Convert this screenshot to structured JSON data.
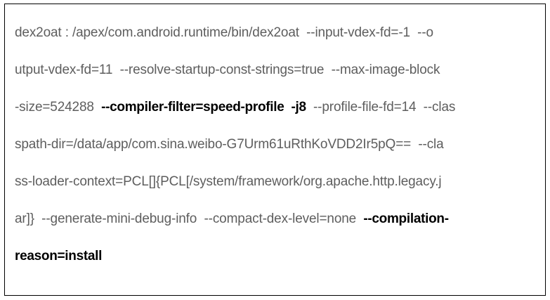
{
  "document": {
    "kind": "code-excerpt",
    "colors": {
      "background": "#ffffff",
      "border": "#000000",
      "text": "#5e5e5e",
      "emphasis_text": "#000000"
    },
    "full_text": "dex2oat : /apex/com.android.runtime/bin/dex2oat --input-vdex-fd=-1 --output-vdex-fd=11 --resolve-startup-const-strings=true --max-image-block-size=524288 --compiler-filter=speed-profile -j8 --profile-file-fd=14 --classpath-dir=/data/app/com.sina.weibo-G7Urm61uRthKoVDD2Ir5pQ== --class-loader-context=PCL[]{PCL[/system/framework/org.apache.http.legacy.jar]} --generate-mini-debug-info --compact-dex-level=none --compilation-reason=install",
    "lines": [
      {
        "id": "line-1",
        "segments": [
          {
            "text": "dex2oat : /apex/com.android.runtime/bin/dex2oat  --input-vdex-fd=-1  --o",
            "emphasis": false
          }
        ]
      },
      {
        "id": "line-2",
        "segments": [
          {
            "text": "utput-vdex-fd=11  --resolve-startup-const-strings=true  --max-image-block",
            "emphasis": false
          }
        ]
      },
      {
        "id": "line-3",
        "segments": [
          {
            "text": "-size=524288  ",
            "emphasis": false
          },
          {
            "text": "--compiler-filter=speed-profile  -j8",
            "emphasis": true
          },
          {
            "text": "  --profile-file-fd=14  --clas",
            "emphasis": false
          }
        ]
      },
      {
        "id": "line-4",
        "segments": [
          {
            "text": "spath-dir=/data/app/com.sina.weibo-G7Urm61uRthKoVDD2Ir5pQ==  --cla",
            "emphasis": false
          }
        ]
      },
      {
        "id": "line-5",
        "segments": [
          {
            "text": "ss-loader-context=PCL[]{PCL[/system/framework/org.apache.http.legacy.j",
            "emphasis": false
          }
        ]
      },
      {
        "id": "line-6",
        "segments": [
          {
            "text": "ar]}  --generate-mini-debug-info  --compact-dex-level=none  ",
            "emphasis": false
          },
          {
            "text": "--compilation-",
            "emphasis": true
          }
        ]
      },
      {
        "id": "line-7",
        "segments": [
          {
            "text": "reason=install",
            "emphasis": true
          }
        ]
      }
    ]
  }
}
